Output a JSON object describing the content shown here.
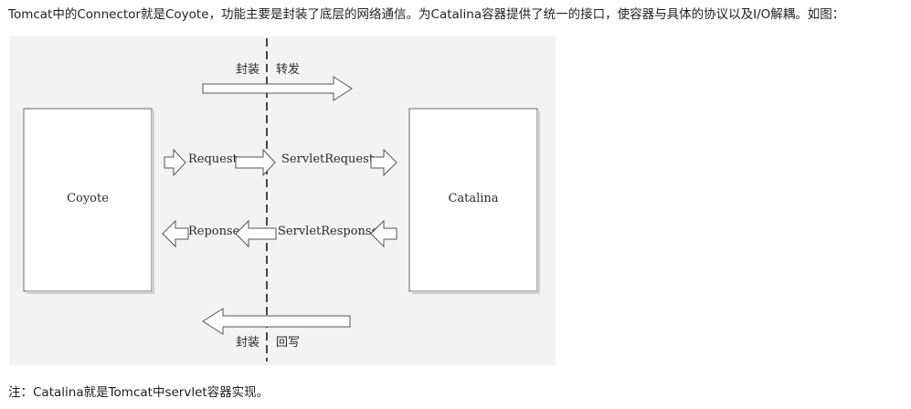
{
  "intro_text": "Tomcat中的Connector就是Coyote，功能主要是封装了底层的网络通信。为Catalina容器提供了统一的接口，使容器与具体的协议以及I/O解耦。如图：",
  "diagram": {
    "left_box": "Coyote",
    "right_box": "Catalina",
    "top_left_label": "封装",
    "top_right_label": "转发",
    "bottom_left_label": "封装",
    "bottom_right_label": "回写",
    "request_label": "Request",
    "servlet_request_label": "ServletRequest",
    "response_label": "Reponse",
    "servlet_response_label": "ServletResponse"
  },
  "note_text": "注：Catalina就是Tomcat中servlet容器实现。"
}
